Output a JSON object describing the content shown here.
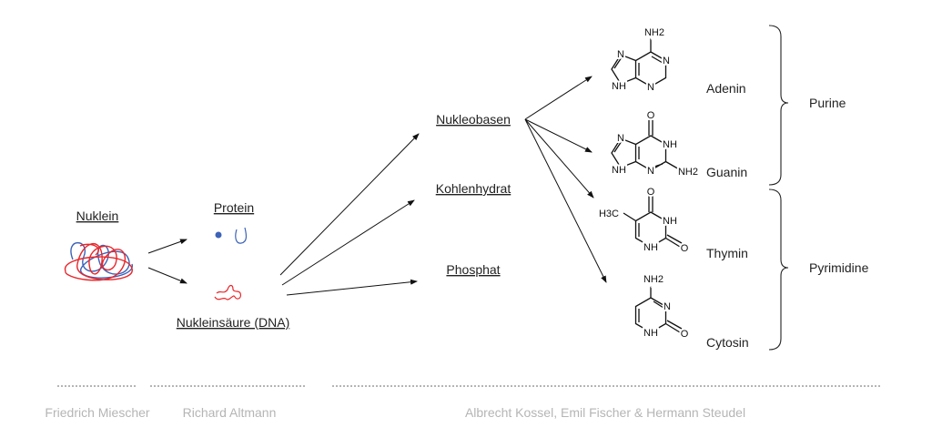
{
  "stages": {
    "nuklein": "Nuklein",
    "protein": "Protein",
    "nukleinsaeure": "Nukleinsäure (DNA)",
    "nukleobasen": "Nukleobasen",
    "kohlenhydrat": "Kohlenhydrat",
    "phosphat": "Phosphat"
  },
  "bases": {
    "adenin": {
      "name": "Adenin",
      "atoms": [
        "NH2",
        "N",
        "N",
        "N",
        "NH"
      ]
    },
    "guanin": {
      "name": "Guanin",
      "atoms": [
        "O",
        "NH",
        "NH2",
        "N",
        "N",
        "NH"
      ]
    },
    "thymin": {
      "name": "Thymin",
      "atoms": [
        "O",
        "NH",
        "O",
        "NH",
        "H3C"
      ]
    },
    "cytosin": {
      "name": "Cytosin",
      "atoms": [
        "NH2",
        "N",
        "O",
        "NH"
      ]
    }
  },
  "groups": {
    "purine": "Purine",
    "pyrimidine": "Pyrimidine"
  },
  "researchers": [
    "Friedrich Miescher",
    "Richard Altmann",
    "Albrecht Kossel, Emil Fischer & Hermann Steudel"
  ],
  "colors": {
    "red": "#e8262a",
    "blue": "#3d63b8",
    "footer": "#b5b5b5"
  }
}
